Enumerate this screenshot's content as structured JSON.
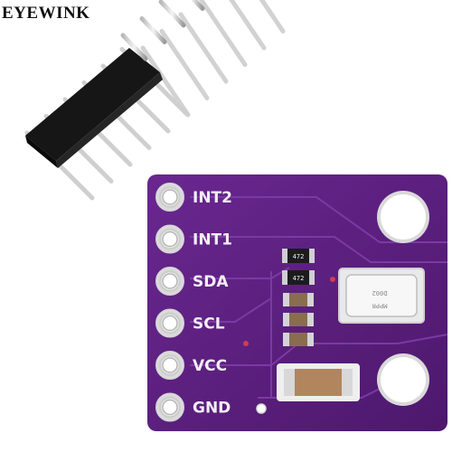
{
  "brand": {
    "text": "EYEWINK"
  },
  "board": {
    "color": "#5b1f7e",
    "silk_color": "#f3eef6",
    "pins": [
      {
        "label": "INT2"
      },
      {
        "label": "INT1"
      },
      {
        "label": "SDA"
      },
      {
        "label": "SCL"
      },
      {
        "label": "VCC"
      },
      {
        "label": "GND"
      }
    ],
    "resistors": [
      {
        "marking": "472"
      },
      {
        "marking": "472"
      }
    ],
    "sensor": {
      "marking_line1": "D002",
      "marking_line2": "MPPR"
    }
  },
  "header": {
    "pin_count": 6
  }
}
